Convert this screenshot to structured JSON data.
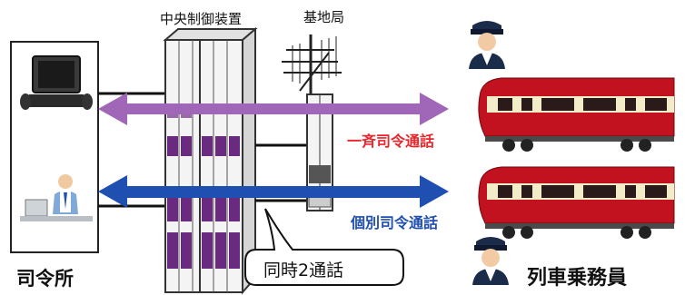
{
  "labels": {
    "control_unit": "中央制御装置",
    "base_station": "基地局",
    "dispatch_office": "司令所",
    "train_crew": "列車乗務員",
    "all_train_call": "一斉司令通話",
    "individual_call": "個別司令通話",
    "simultaneous_calls": "同時2通話"
  },
  "colors": {
    "all_train_arrow": "#a066b8",
    "individual_arrow": "#1f4fb0",
    "all_train_text": "#e8262c",
    "individual_text": "#1f4fb0",
    "train_body": "#c3121f",
    "train_band": "#f3ecc9",
    "rack_purple": "#6a2a7f"
  },
  "icons": [
    "monitor-terminal-icon",
    "operator-at-desk-icon",
    "radio-antenna-icon",
    "train-icon",
    "conductor-icon"
  ]
}
